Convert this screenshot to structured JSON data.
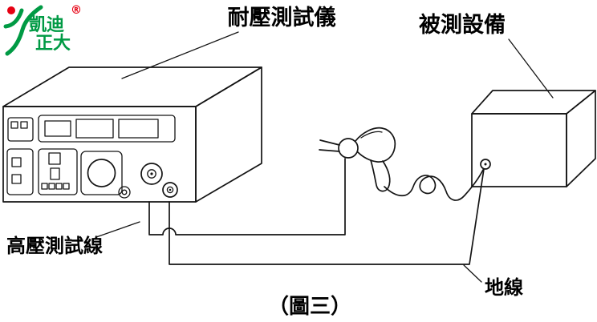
{
  "figure": {
    "tester_label": "耐壓測試儀",
    "dut_label": "被測設備",
    "hv_line_label": "高壓測試線",
    "ground_label": "地線",
    "caption": "（圖三）"
  },
  "logo": {
    "line1": "凱迪",
    "line2": "正大",
    "registered": "®",
    "green": "#009a44",
    "red": "#e60012"
  },
  "colors": {
    "ink": "#141414",
    "background": "#ffffff"
  }
}
